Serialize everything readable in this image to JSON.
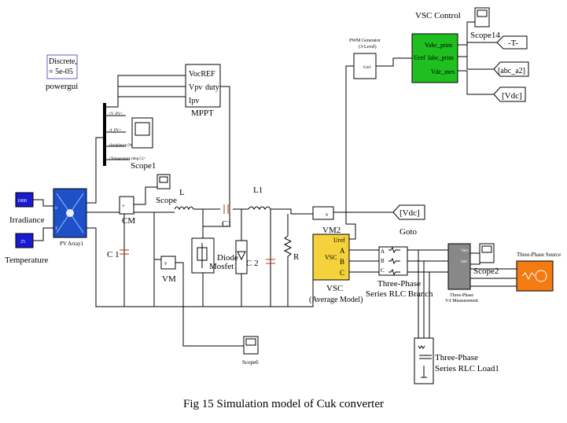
{
  "caption": "Fig 15 Simulation model of Cuk converter",
  "powergui": {
    "line1": "Discrete,",
    "line2": "= 5e-05",
    "label": "powergui"
  },
  "inputs": {
    "irradiance_value": "1000",
    "temperature_value": "25",
    "irradiance_label": "Irradiance",
    "temperature_label": "Temperature"
  },
  "pv_array": {
    "label": "PV Array1",
    "port_ir": "Ir",
    "port_t": "T"
  },
  "mppt": {
    "label": "MPPT",
    "port_vocref": "VocREF",
    "port_vpv": "Vpv",
    "port_ipv": "Ipv",
    "port_duty": "duty"
  },
  "bus": {
    "sig1": "<V_PV>",
    "sig2": "<I_PV>",
    "sig3": "<Irradiance (W/m2)>",
    "sig4": "<Temperature (deg.C)>"
  },
  "scopes": {
    "scope1": "Scope1",
    "scope": "Scope",
    "scope6": "Scope6",
    "scope14": "Scope14",
    "scope2": "Scope2"
  },
  "circuit": {
    "cm": "CM",
    "vm": "VM",
    "vm2": "VM2",
    "c1_left": "C 1",
    "l": "L",
    "c1": "C1",
    "l1": "L1",
    "c2": "C 2",
    "r": "R",
    "diode": "Diode",
    "mosfet": "Mosfet1"
  },
  "vsc": {
    "label1": "VSC",
    "label2": "(Average Model)",
    "inner": "VSC",
    "port_uref": "Uref",
    "port_a": "A",
    "port_b": "B",
    "port_c": "C"
  },
  "vsc_control": {
    "title": "VSC Control",
    "port_vabc": "Vabc_prim",
    "port_iabc": "Iabc_prim",
    "port_vdc": "Vdc_mes",
    "port_uref": "Uref"
  },
  "pwm": {
    "line1": "PWM Generator",
    "line2": "(3-Level)",
    "port": "Uref"
  },
  "goto": {
    "vdc_goto": "[Vdc]",
    "goto_label": "Goto",
    "t_from": "-T-",
    "abc_from": "[abc_a2]",
    "vdc_from": "[Vdc]"
  },
  "rlc_branch": {
    "line1": "Three-Phase",
    "line2": "Series RLC Branch"
  },
  "rlc_load": {
    "line1": "Three-Phase",
    "line2": "Series RLC Load1"
  },
  "vi_meas": {
    "line1": "Three-Phase",
    "line2": "V-I Measurement",
    "p1": "Vabc",
    "p2": "Iabc"
  },
  "source": {
    "label": "Three-Phase Source"
  },
  "colors": {
    "vsc_yellow": "#f5d23c",
    "control_green": "#1fbf1f",
    "source_orange": "#f47a12",
    "input_blue": "#1a1ad0",
    "pv_blue": "#1e50c8",
    "wire": "#000000"
  }
}
